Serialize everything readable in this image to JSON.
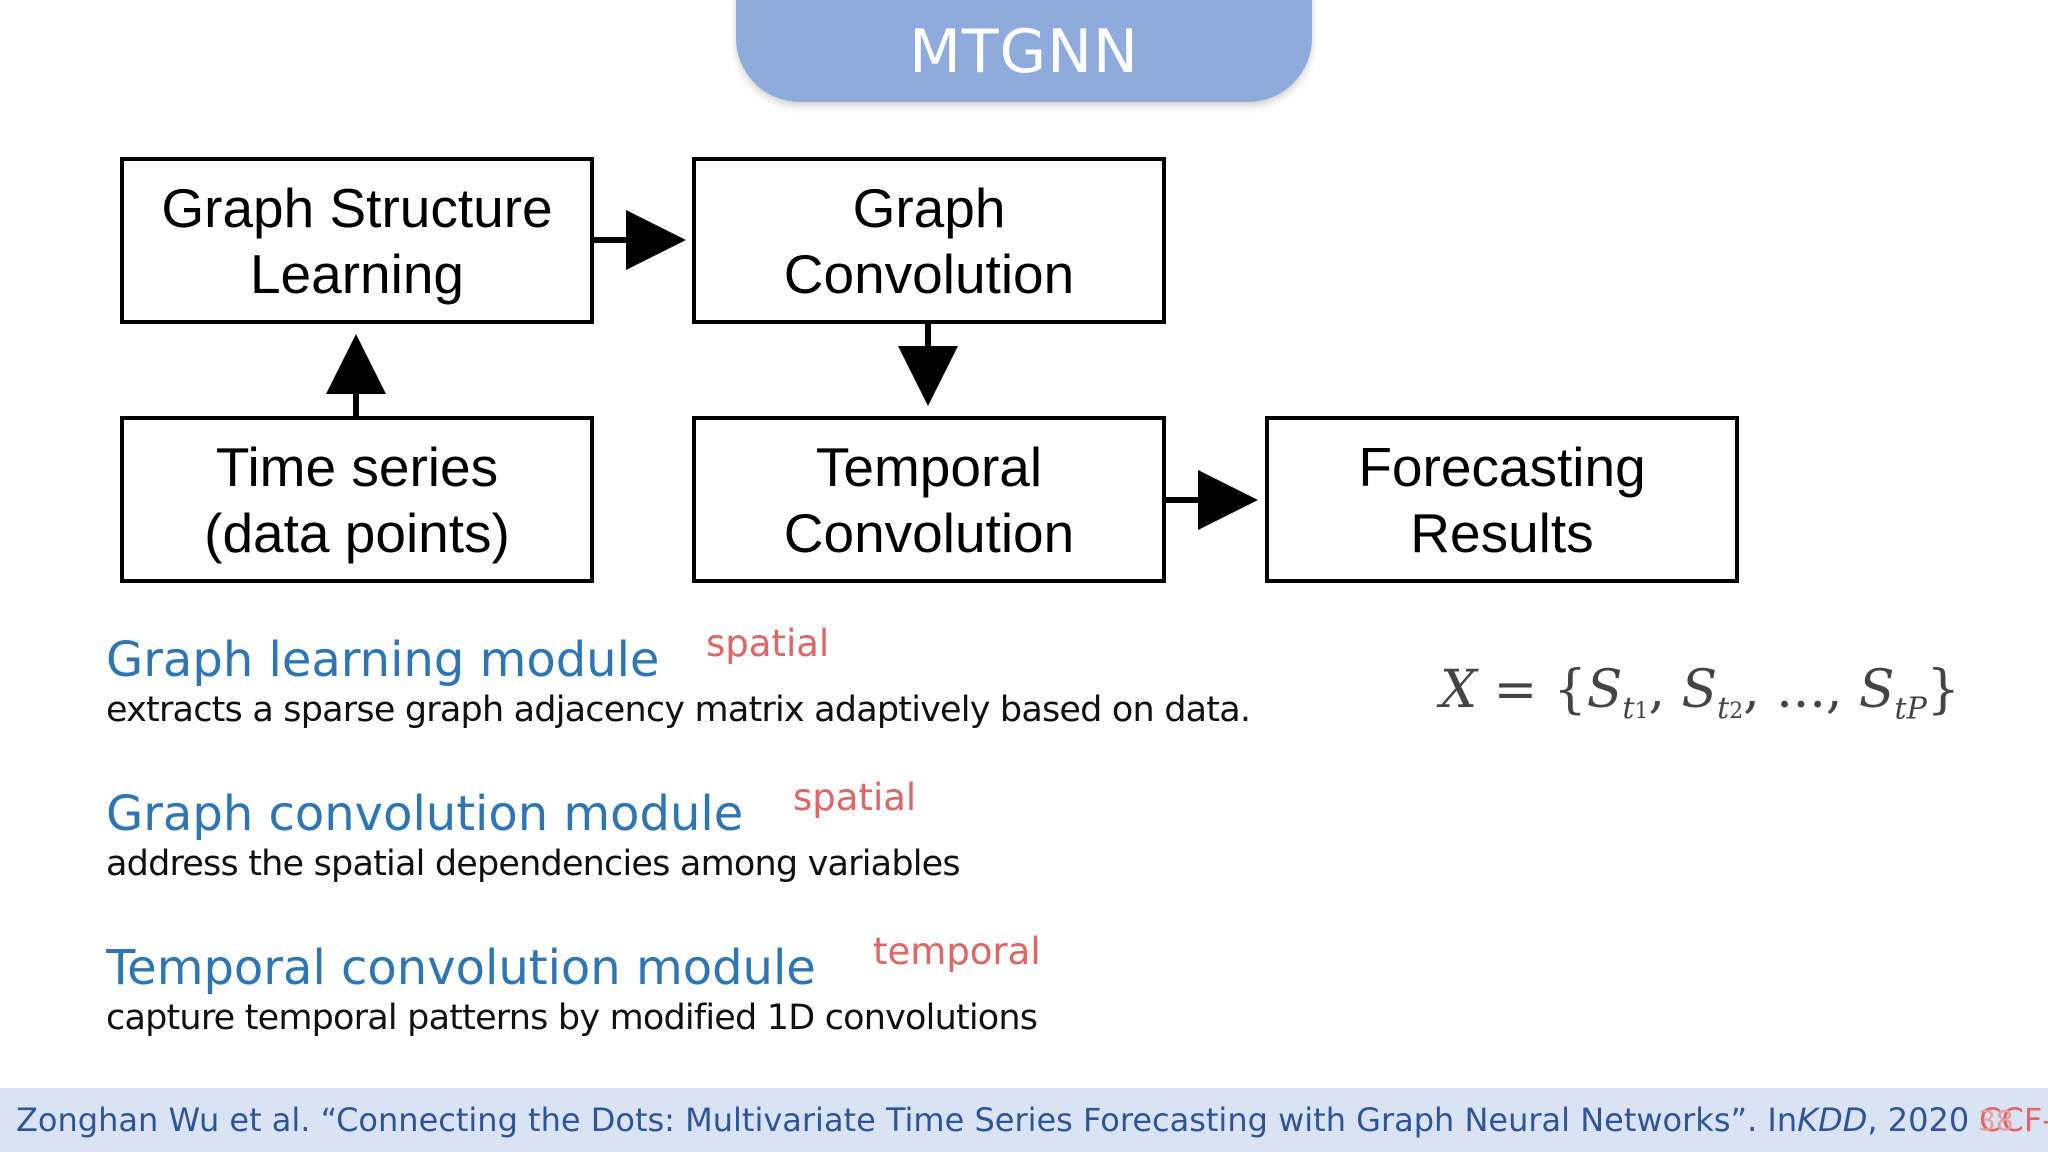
{
  "header": {
    "title": "MTGNN"
  },
  "diagram": {
    "boxes": {
      "graph_structure_learning": "Graph Structure\nLearning",
      "graph_convolution": "Graph\nConvolution",
      "time_series": "Time series\n(data points)",
      "temporal_convolution": "Temporal\nConvolution",
      "forecasting_results": "Forecasting\nResults"
    }
  },
  "modules": [
    {
      "title": "Graph learning module",
      "tag": "spatial",
      "description": "extracts a sparse graph adjacency matrix adaptively based on data."
    },
    {
      "title": "Graph convolution module",
      "tag": "spatial",
      "description": "address the spatial dependencies among variables"
    },
    {
      "title": "Temporal convolution module",
      "tag": "temporal",
      "description": "capture temporal patterns by modified 1D convolutions"
    }
  ],
  "formula": {
    "lhs": "X",
    "equals": "=",
    "open": "{",
    "s1": "S",
    "s1_sub": "t",
    "s1_subsub": "1",
    "s2": "S",
    "s2_sub": "t",
    "s2_subsub": "2",
    "dots": "...",
    "sp": "S",
    "sp_sub": "tP",
    "close": "}"
  },
  "footer": {
    "citation": "Zonghan Wu et al. “Connecting the Dots: Multivariate Time Series Forecasting with Graph Neural Networks”. In ",
    "venue": "KDD",
    "year": ", 2020",
    "rank": "CCF-A",
    "page": "38"
  },
  "colors": {
    "title_tab": "#8faadc",
    "module_title": "#2e75b6",
    "tag": "#e06666",
    "footer_bg": "#dae3f3",
    "footer_text": "#2f5597"
  }
}
